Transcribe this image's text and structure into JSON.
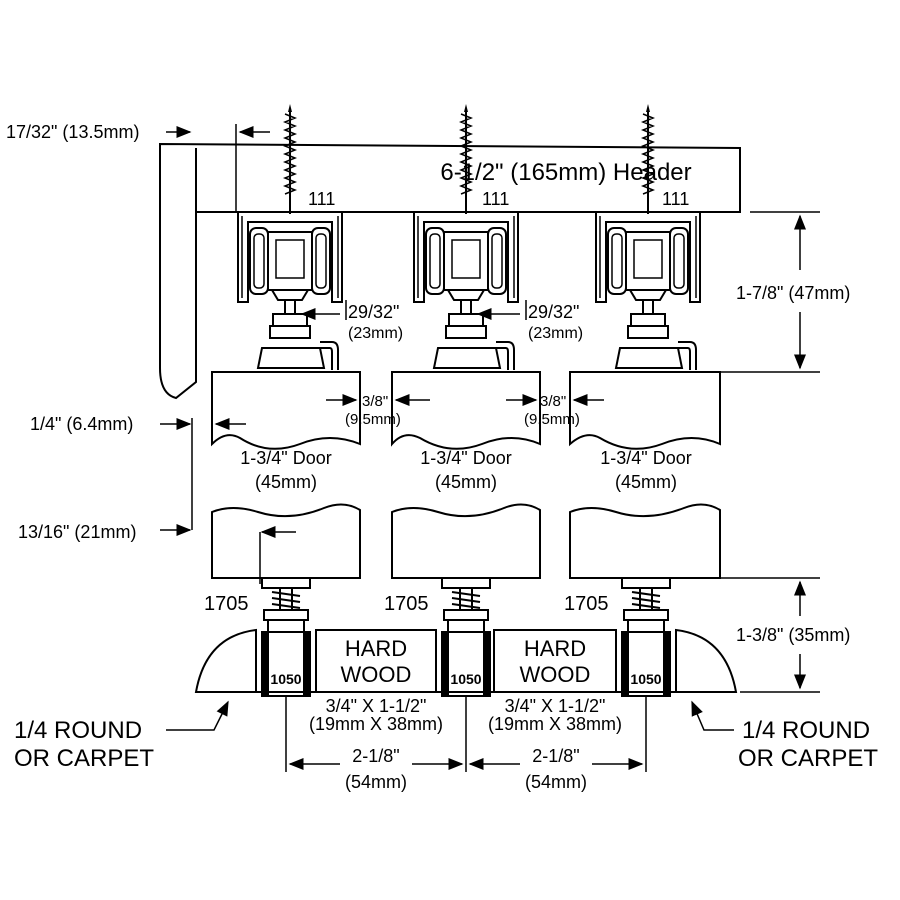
{
  "header": {
    "label": "6-1/2\" (165mm) Header",
    "offset_label": "17/32\" (13.5mm)"
  },
  "hanger": {
    "part_number": "111",
    "clearance_label": "29/32\"",
    "clearance_label_mm": "(23mm)",
    "drop_label": "1-7/8\" (47mm)"
  },
  "door": {
    "label": "1-3/4\" Door",
    "label_mm": "(45mm)",
    "inset_label": "3/8\"",
    "inset_label_mm": "(9.5mm)",
    "top_gap_label": "1/4\" (6.4mm)",
    "bottom_gap_label": "13/16\" (21mm)"
  },
  "guide": {
    "part_number": "1705",
    "height_label": "1-3/8\" (35mm)",
    "base_part": "1050"
  },
  "floor": {
    "spacer_line1": "HARD",
    "spacer_line2": "WOOD",
    "spacer_size": "3/4\" X 1-1/2\"",
    "spacer_size_mm": "(19mm X 38mm)",
    "spacing_label": "2-1/8\"",
    "spacing_label_mm": "(54mm)",
    "trim_line1": "1/4 ROUND",
    "trim_line2": "OR CARPET"
  },
  "colors": {
    "line": "#000000",
    "background": "#ffffff"
  }
}
